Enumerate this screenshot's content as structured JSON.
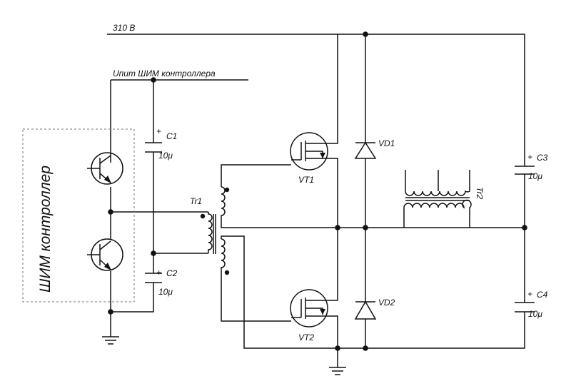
{
  "supply": {
    "label": "310 В",
    "pwm_supply_label": "Uпит ШИМ контроллера"
  },
  "controller": {
    "label": "ШИМ контроллер"
  },
  "capacitors": {
    "c1": {
      "name": "C1",
      "value": "10μ"
    },
    "c2": {
      "name": "C2",
      "value": "10μ"
    },
    "c3": {
      "name": "C3",
      "value": "10μ"
    },
    "c4": {
      "name": "C4",
      "value": "10μ"
    }
  },
  "transistors": {
    "vt1": "VT1",
    "vt2": "VT2"
  },
  "diodes": {
    "vd1": "VD1",
    "vd2": "VD2"
  },
  "transformers": {
    "tr1": "Tr1",
    "tr2": "Tr2"
  },
  "polarity": {
    "plus": "+"
  }
}
